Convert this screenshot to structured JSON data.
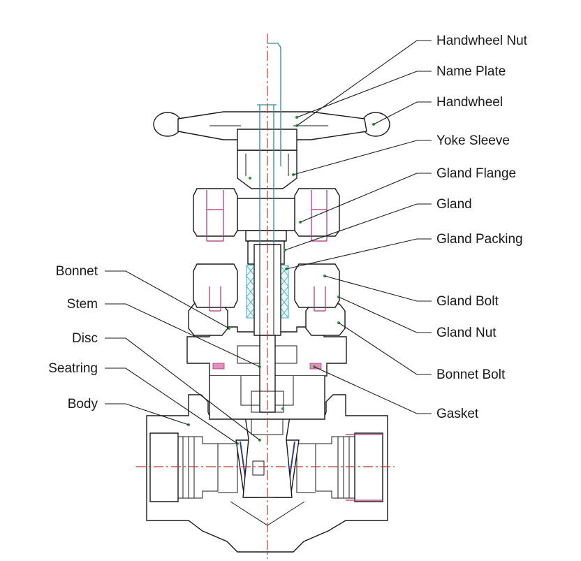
{
  "colors": {
    "centerline": "#c0392b",
    "stem": "#2e86a8",
    "packing": "#3fa9c4",
    "bolt": "#b0306e",
    "gasket": "#e58fbf",
    "seatring": "#2a3a9e",
    "marker": "#2a9a3a"
  },
  "labels": {
    "right": {
      "handwheel_nut": "Handwheel Nut",
      "name_plate": "Name Plate",
      "handwheel": "Handwheel",
      "yoke_sleeve": "Yoke Sleeve",
      "gland_flange": "Gland Flange",
      "gland": "Gland",
      "gland_packing": "Gland Packing",
      "gland_bolt": "Gland Bolt",
      "gland_nut": "Gland Nut",
      "bonnet_bolt": "Bonnet Bolt",
      "gasket": "Gasket"
    },
    "left": {
      "bonnet": "Bonnet",
      "stem": "Stem",
      "disc": "Disc",
      "seatring": "Seatring",
      "body": "Body"
    }
  }
}
